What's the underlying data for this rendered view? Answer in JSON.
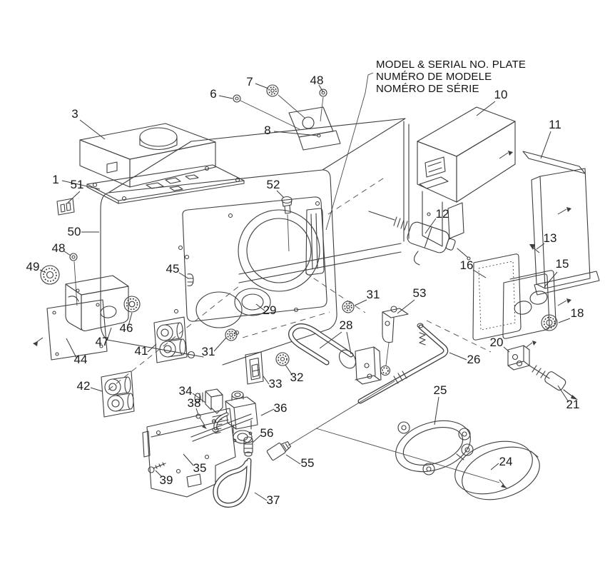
{
  "figure": {
    "type": "exploded-parts-diagram"
  },
  "plate_note": {
    "line1": "MODEL & SERIAL NO. PLATE",
    "line2": "NUMÉRO DE MODELE",
    "line3": "NOMÉRO DE SÉRIE"
  },
  "callouts": [
    {
      "label": "3"
    },
    {
      "label": "1"
    },
    {
      "label": "51"
    },
    {
      "label": "50"
    },
    {
      "label": "6"
    },
    {
      "label": "7"
    },
    {
      "label": "48"
    },
    {
      "label": "8"
    },
    {
      "label": "10"
    },
    {
      "label": "11"
    },
    {
      "label": "12"
    },
    {
      "label": "13"
    },
    {
      "label": "16"
    },
    {
      "label": "15"
    },
    {
      "label": "18"
    },
    {
      "label": "20"
    },
    {
      "label": "21"
    },
    {
      "label": "49"
    },
    {
      "label": "48"
    },
    {
      "label": "45"
    },
    {
      "label": "47"
    },
    {
      "label": "46"
    },
    {
      "label": "44"
    },
    {
      "label": "41"
    },
    {
      "label": "42"
    },
    {
      "label": "31"
    },
    {
      "label": "31"
    },
    {
      "label": "52"
    },
    {
      "label": "53"
    },
    {
      "label": "29"
    },
    {
      "label": "28"
    },
    {
      "label": "32"
    },
    {
      "label": "33"
    },
    {
      "label": "34"
    },
    {
      "label": "38"
    },
    {
      "label": "36"
    },
    {
      "label": "26"
    },
    {
      "label": "25"
    },
    {
      "label": "24"
    },
    {
      "label": "35"
    },
    {
      "label": "39"
    },
    {
      "label": "56"
    },
    {
      "label": "55"
    },
    {
      "label": "37"
    }
  ],
  "colors": {
    "line": "#3d3d3d",
    "label": "#1a1a1a",
    "background": "#ffffff"
  }
}
